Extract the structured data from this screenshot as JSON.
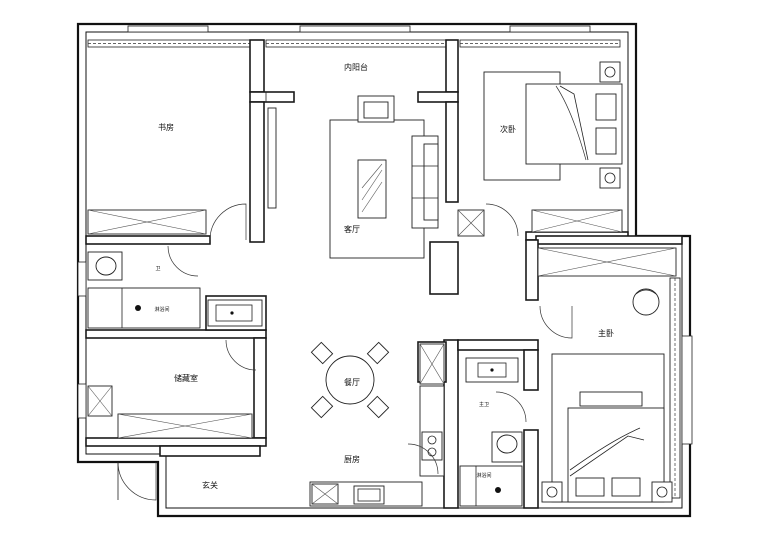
{
  "rooms": {
    "study": "书房",
    "balcony": "内阳台",
    "living": "客厅",
    "second_bedroom": "次卧",
    "bath_small": "卫",
    "shower_small": "淋浴间",
    "storage": "储藏室",
    "dining": "餐厅",
    "kitchen": "厨房",
    "master_bedroom": "主卧",
    "bath_master": "主卫",
    "shower_master": "淋浴间",
    "entry": "玄关"
  }
}
